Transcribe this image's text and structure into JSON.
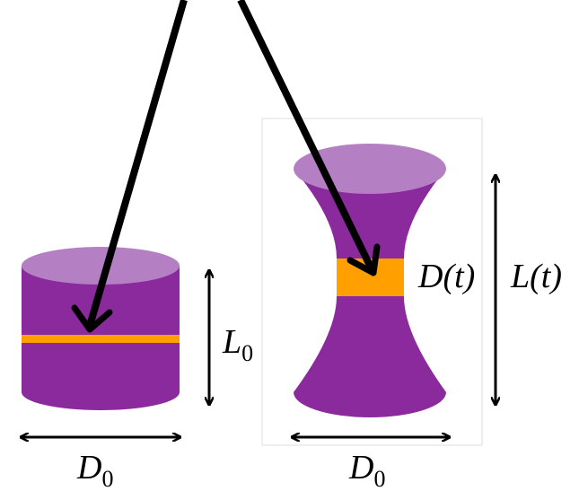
{
  "labels": {
    "l0": {
      "main": "L",
      "sub": "0"
    },
    "d0_left": {
      "main": "D",
      "sub": "0"
    },
    "d0_right": {
      "main": "D",
      "sub": "0"
    },
    "dt": "D(t)",
    "lt": "L(t)"
  },
  "colors": {
    "body": "#8b2a9c",
    "top": "#b57fc4",
    "band": "#ff9f00",
    "arrow": "#000000",
    "frame": "#dddddd"
  }
}
